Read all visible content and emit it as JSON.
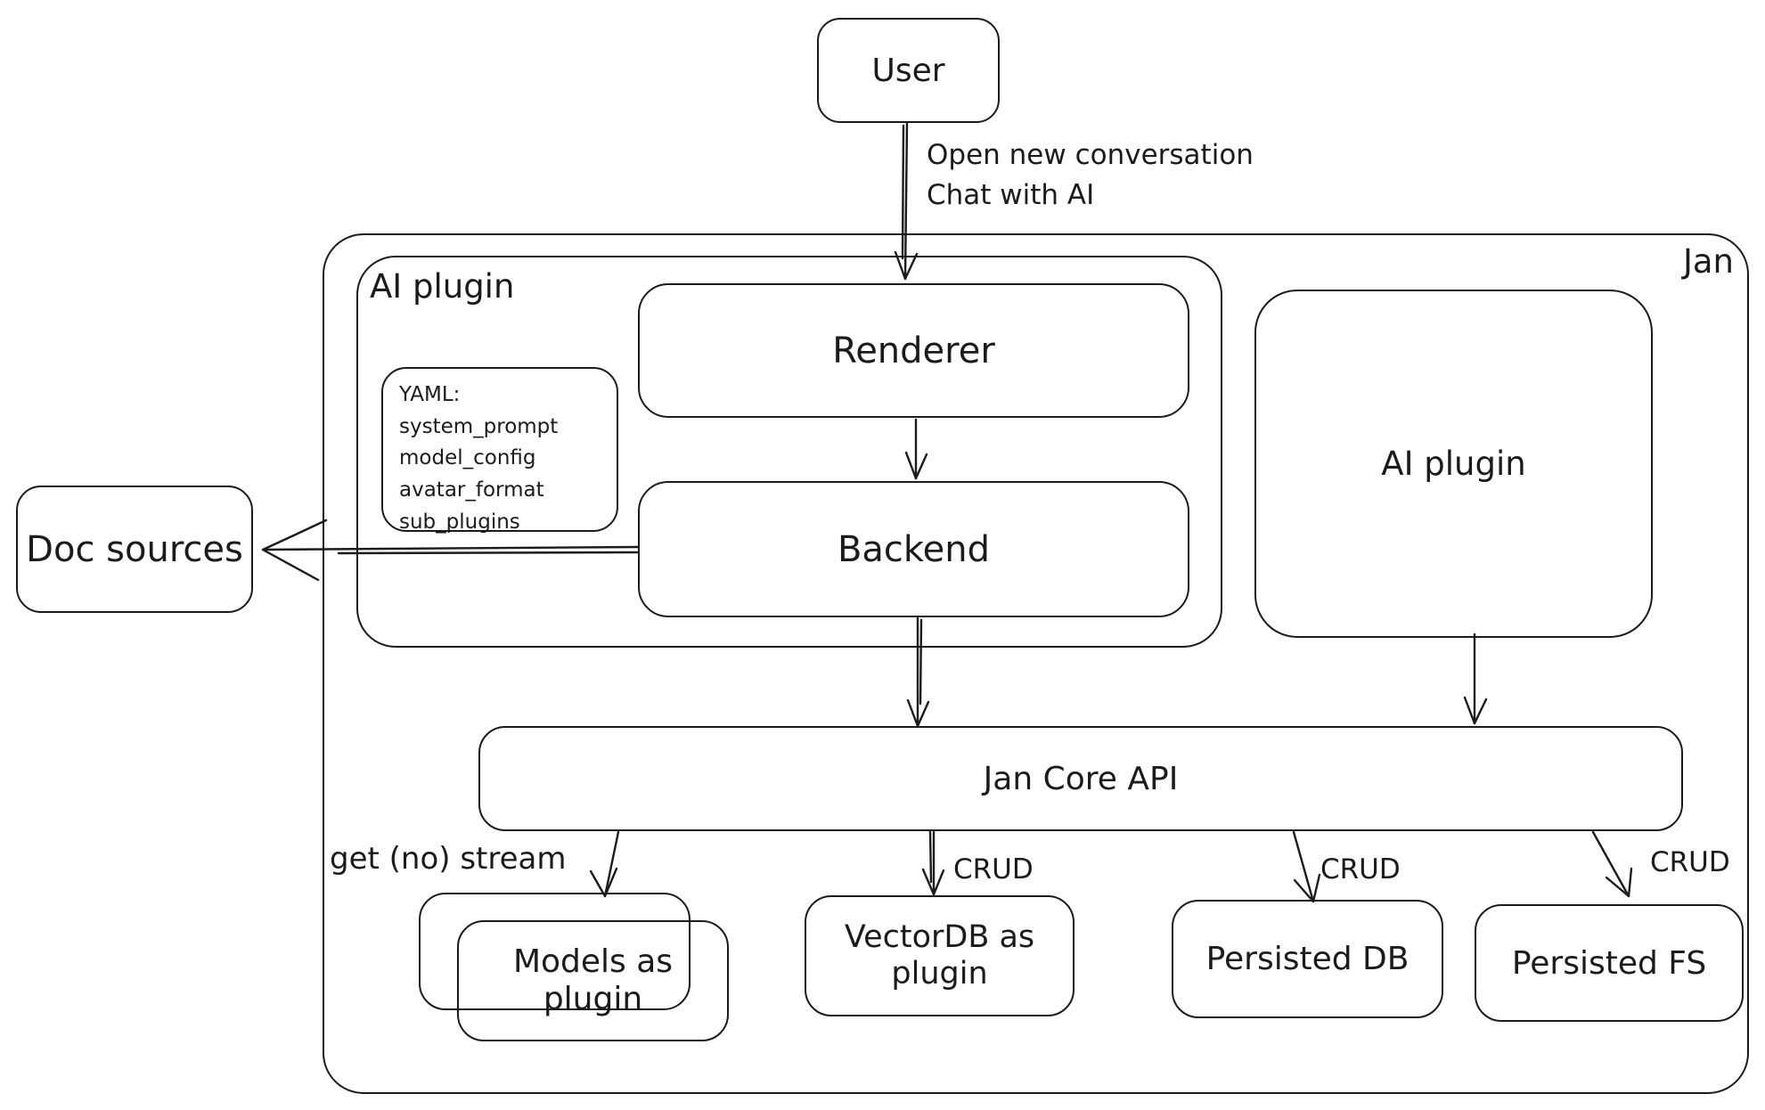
{
  "colors": {
    "ink": "#1b1b1b",
    "background": "#ffffff"
  },
  "nodes": {
    "user": "User",
    "jan": "Jan",
    "ai_plugin_left": "AI plugin",
    "renderer": "Renderer",
    "backend": "Backend",
    "ai_plugin_right": "AI plugin",
    "doc_sources": "Doc sources",
    "jan_core_api": "Jan Core API",
    "models_line1": "Models as",
    "models_line2": "plugin",
    "vectordb_line1": "VectorDB as",
    "vectordb_line2": "plugin",
    "persisted_db": "Persisted DB",
    "persisted_fs": "Persisted FS"
  },
  "yaml_note": {
    "title": "YAML:",
    "line1": "system_prompt",
    "line2": "model_config",
    "line3": "avatar_format",
    "line4": "sub_plugins"
  },
  "edge_labels": {
    "user_arrow_line1": "Open new conversation",
    "user_arrow_line2": "Chat with AI",
    "get_stream": "get (no) stream",
    "crud_vectordb": "CRUD",
    "crud_persisted_db": "CRUD",
    "crud_persisted_fs": "CRUD"
  }
}
